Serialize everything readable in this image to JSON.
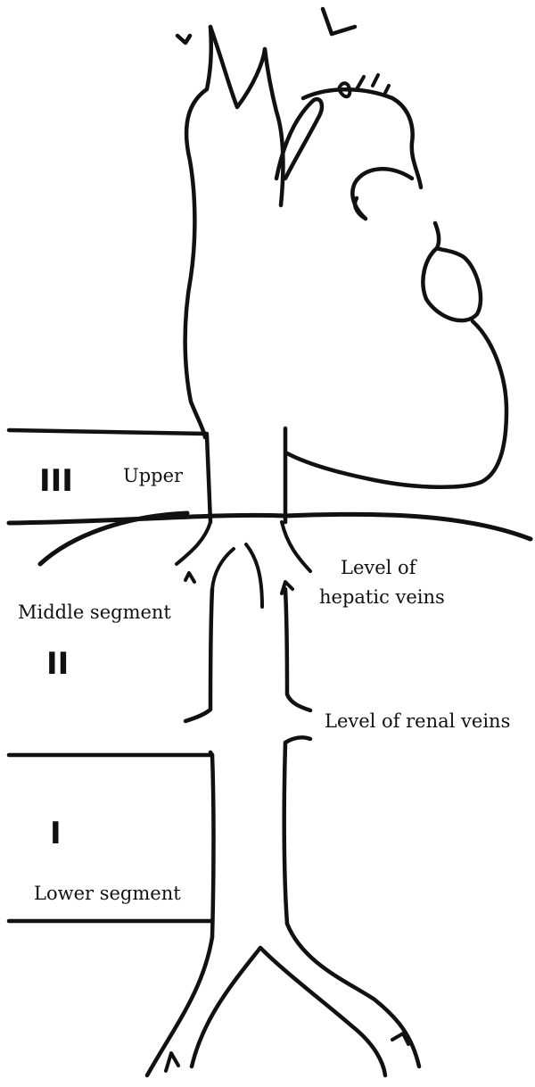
{
  "diagram": {
    "segment_numerals": {
      "upper": "III",
      "middle": "II",
      "lower": "I"
    },
    "labels": {
      "upper": "Upper",
      "middle_segment": "Middle segment",
      "lower_segment": "Lower segment",
      "hepatic_level_line1": "Level of",
      "hepatic_level_line2": "hepatic veins",
      "renal_level": "Level of renal veins"
    },
    "line_color": "#111111"
  }
}
